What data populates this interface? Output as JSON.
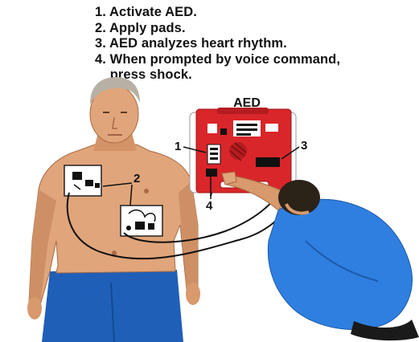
{
  "instructions": [
    "1. Activate AED.",
    "2. Apply pads.",
    "3. AED analyzes heart rhythm.",
    "4. When prompted by voice command,",
    "    press shock."
  ],
  "aed_label": "AED",
  "callouts": {
    "c1": "1",
    "c2": "2",
    "c3": "3",
    "c4": "4"
  },
  "colors": {
    "skin": "#e0a57a",
    "skin_shade": "#c9855a",
    "pants": "#1f5fb8",
    "aed_red": "#d9262a",
    "rescuer_shirt": "#2f7fe0",
    "rescuer_hair": "#2b2218"
  }
}
